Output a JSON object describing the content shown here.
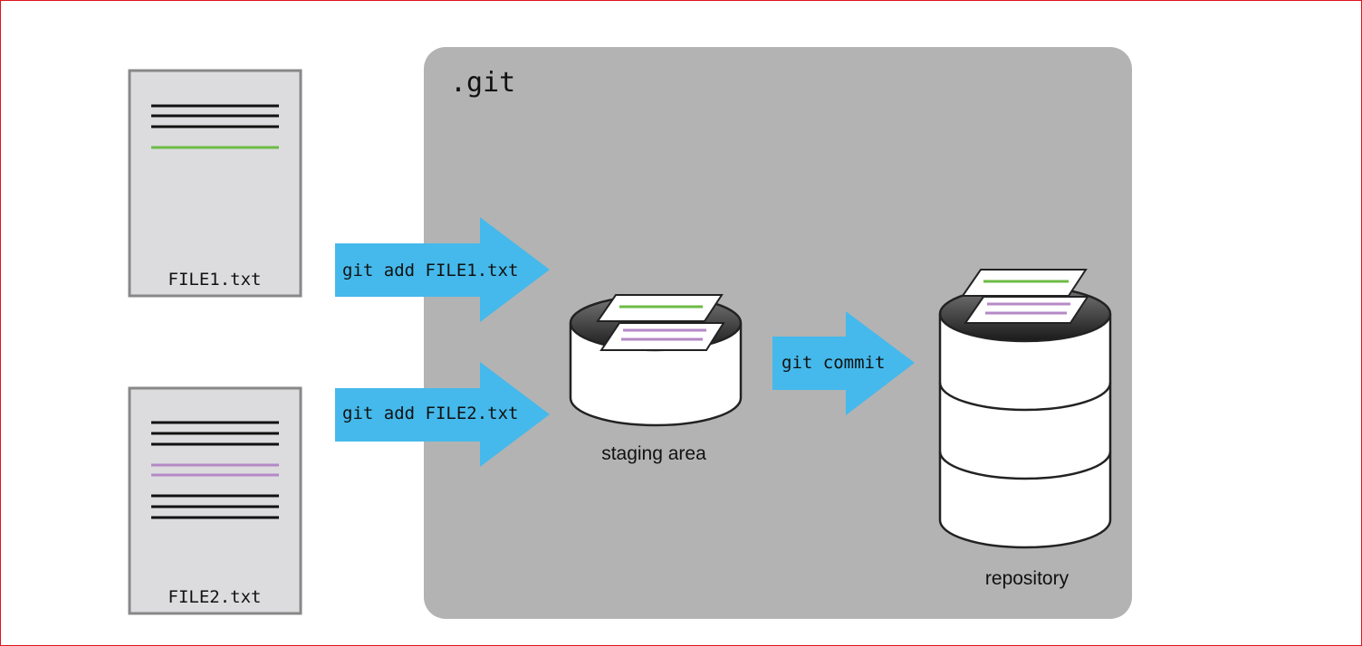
{
  "git_dir": {
    "label": ".git"
  },
  "files": [
    {
      "name": "FILE1.txt"
    },
    {
      "name": "FILE2.txt"
    }
  ],
  "commands": {
    "add_file1": "git add FILE1.txt",
    "add_file2": "git add FILE2.txt",
    "commit": "git commit"
  },
  "staging": {
    "label": "staging area"
  },
  "repository": {
    "label": "repository"
  },
  "colors": {
    "border": "#e0141e",
    "git_box": "#b3b3b3",
    "file_bg": "#dcdcde",
    "file_border": "#888888",
    "arrow": "#45b9eb",
    "line_black": "#111111",
    "line_green": "#6dbb45",
    "line_purple": "#b589c6"
  }
}
